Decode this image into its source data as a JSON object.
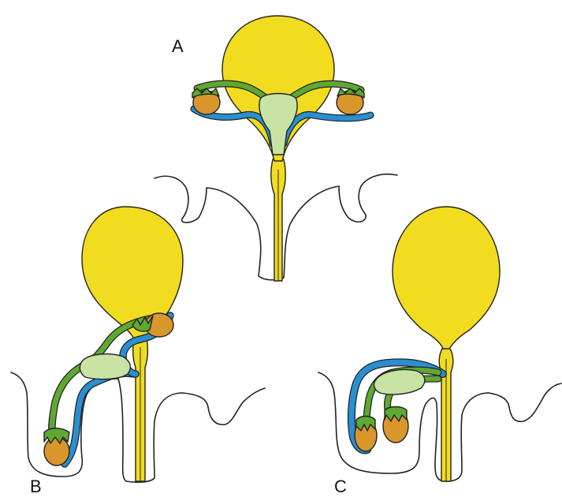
{
  "panels": [
    {
      "label": "A"
    },
    {
      "label": "B"
    },
    {
      "label": "C"
    }
  ],
  "colors": {
    "bladder": "#f2dc1f",
    "vas_blue": "#2a8fd0",
    "green_duct": "#5fa832",
    "light_green": "#c9e3a4",
    "testis": "#d9962b",
    "outline": "#222222",
    "background": "#ffffff"
  }
}
